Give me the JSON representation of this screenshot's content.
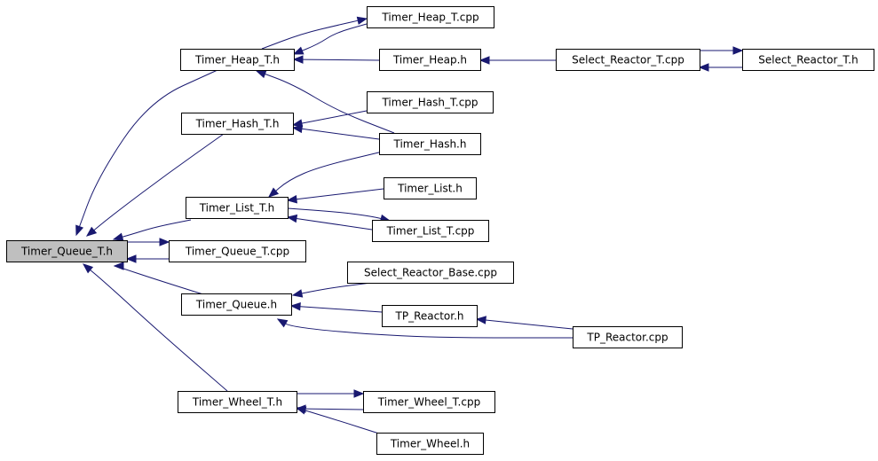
{
  "colors": {
    "background": "#ffffff",
    "edge": "#191970",
    "node_border": "#000000",
    "node_fill": "#ffffff",
    "focus_fill": "#bfbfbf",
    "truncated_border": "#ff0000"
  },
  "nodes": [
    {
      "id": "timer_queue_t_h",
      "label": "Timer_Queue_T.h",
      "style": "focus"
    },
    {
      "id": "timer_heap_t_h",
      "label": "Timer_Heap_T.h",
      "style": "normal"
    },
    {
      "id": "timer_hash_t_h",
      "label": "Timer_Hash_T.h",
      "style": "normal"
    },
    {
      "id": "timer_list_t_h",
      "label": "Timer_List_T.h",
      "style": "normal"
    },
    {
      "id": "timer_queue_t_cpp",
      "label": "Timer_Queue_T.cpp",
      "style": "normal"
    },
    {
      "id": "timer_queue_h",
      "label": "Timer_Queue.h",
      "style": "normal"
    },
    {
      "id": "timer_wheel_t_h",
      "label": "Timer_Wheel_T.h",
      "style": "normal"
    },
    {
      "id": "timer_heap_t_cpp",
      "label": "Timer_Heap_T.cpp",
      "style": "normal"
    },
    {
      "id": "timer_heap_h",
      "label": "Timer_Heap.h",
      "style": "normal"
    },
    {
      "id": "timer_hash_t_cpp",
      "label": "Timer_Hash_T.cpp",
      "style": "normal"
    },
    {
      "id": "timer_hash_h",
      "label": "Timer_Hash.h",
      "style": "normal"
    },
    {
      "id": "timer_list_h",
      "label": "Timer_List.h",
      "style": "normal"
    },
    {
      "id": "timer_list_t_cpp",
      "label": "Timer_List_T.cpp",
      "style": "normal"
    },
    {
      "id": "select_reactor_base_cpp",
      "label": "Select_Reactor_Base.cpp",
      "style": "normal"
    },
    {
      "id": "tp_reactor_h",
      "label": "TP_Reactor.h",
      "style": "normal"
    },
    {
      "id": "tp_reactor_cpp",
      "label": "TP_Reactor.cpp",
      "style": "normal"
    },
    {
      "id": "timer_wheel_t_cpp",
      "label": "Timer_Wheel_T.cpp",
      "style": "normal"
    },
    {
      "id": "timer_wheel_h",
      "label": "Timer_Wheel.h",
      "style": "normal"
    },
    {
      "id": "select_reactor_t_cpp",
      "label": "Select_Reactor_T.cpp",
      "style": "normal"
    },
    {
      "id": "select_reactor_t_h",
      "label": "Select_Reactor_T.h",
      "style": "truncated"
    }
  ],
  "edges": [
    {
      "from": "timer_heap_t_h",
      "to": "timer_queue_t_h"
    },
    {
      "from": "timer_hash_t_h",
      "to": "timer_queue_t_h"
    },
    {
      "from": "timer_list_t_h",
      "to": "timer_queue_t_h"
    },
    {
      "from": "timer_queue_t_cpp",
      "to": "timer_queue_t_h"
    },
    {
      "from": "timer_queue_t_h",
      "to": "timer_queue_t_cpp"
    },
    {
      "from": "timer_queue_h",
      "to": "timer_queue_t_h"
    },
    {
      "from": "timer_wheel_t_h",
      "to": "timer_queue_t_h"
    },
    {
      "from": "timer_heap_t_cpp",
      "to": "timer_heap_t_h"
    },
    {
      "from": "timer_heap_t_h",
      "to": "timer_heap_t_cpp"
    },
    {
      "from": "timer_heap_h",
      "to": "timer_heap_t_h"
    },
    {
      "from": "timer_hash_h",
      "to": "timer_heap_t_h"
    },
    {
      "from": "select_reactor_t_cpp",
      "to": "timer_heap_h"
    },
    {
      "from": "select_reactor_t_cpp",
      "to": "select_reactor_t_h"
    },
    {
      "from": "select_reactor_t_h",
      "to": "select_reactor_t_cpp"
    },
    {
      "from": "timer_hash_t_cpp",
      "to": "timer_hash_t_h"
    },
    {
      "from": "timer_hash_h",
      "to": "timer_hash_t_h"
    },
    {
      "from": "timer_hash_h",
      "to": "timer_list_t_h"
    },
    {
      "from": "timer_list_h",
      "to": "timer_list_t_h"
    },
    {
      "from": "timer_list_t_cpp",
      "to": "timer_list_t_h"
    },
    {
      "from": "timer_list_t_h",
      "to": "timer_list_t_cpp"
    },
    {
      "from": "select_reactor_base_cpp",
      "to": "timer_queue_h"
    },
    {
      "from": "tp_reactor_h",
      "to": "timer_queue_h"
    },
    {
      "from": "tp_reactor_cpp",
      "to": "timer_queue_h"
    },
    {
      "from": "tp_reactor_cpp",
      "to": "tp_reactor_h"
    },
    {
      "from": "timer_wheel_t_cpp",
      "to": "timer_wheel_t_h"
    },
    {
      "from": "timer_wheel_t_h",
      "to": "timer_wheel_t_cpp"
    },
    {
      "from": "timer_wheel_h",
      "to": "timer_wheel_t_h"
    }
  ]
}
